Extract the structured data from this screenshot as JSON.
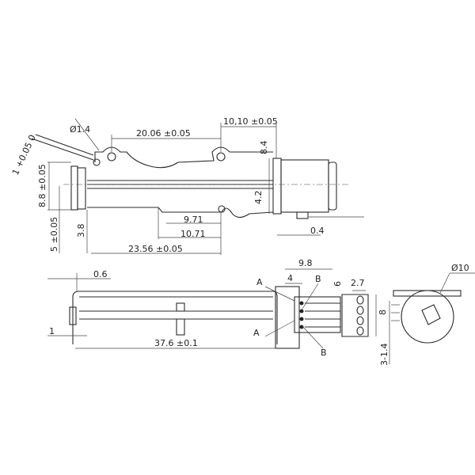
{
  "drawing": {
    "top_view": {
      "dims": {
        "hole_tol": "1 +0.05 0",
        "hole_dia": "Ø1.4",
        "hole_pitch": "20.06 ±0.05",
        "hole_to_motor": "10,10 ±0.05",
        "motor_half_upper": "8.4",
        "motor_half_lower": "4.2",
        "pin_width": "0.4",
        "frame_height": "8.8 ±0.05",
        "rod_offset": "5 ±0.05",
        "plate_offset": "3.8",
        "slot_a": "9.71",
        "slot_b": "10.71",
        "frame_length": "23.56 ±0.05"
      }
    },
    "side_view": {
      "dims": {
        "plate_thickness": "0.6",
        "end_offset": "1",
        "overall_length": "37.6 ±0.1",
        "connector_width": "9.8",
        "connector_pitch": "4",
        "flex_gap": "6",
        "pad_width": "2.7",
        "pad_height": "8",
        "hole_spec": "3-1.4",
        "motor_dia": "Ø10"
      },
      "pins": [
        "A",
        "B",
        "A",
        "B"
      ]
    },
    "colors": {
      "line": "#2a2a2a",
      "background": "#ffffff"
    }
  }
}
